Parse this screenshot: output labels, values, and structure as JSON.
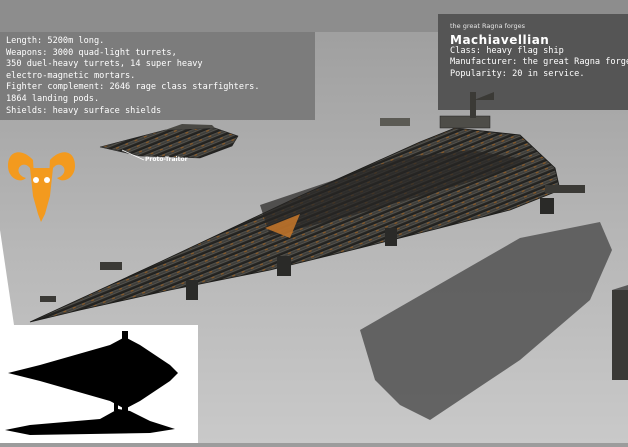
{
  "header": {
    "subtitle": "the great Ragna forges",
    "title": "Machiavellian"
  },
  "specs": {
    "text": "Length: 5200m long.\nWeapons: 3000 quad-light turrets,\n350 duel-heavy turrets, 14 super heavy\nelectro-magnetic mortars.\nFighter complement: 2646 rage class starfighters.\n1864 landing pods.\nShields: heavy surface shields"
  },
  "info": {
    "class": "Class: heavy flag ship",
    "manufacturer": "Manufacturer: the great Ragna forges",
    "popularity": "Popularity: 20 in service."
  },
  "annotation": {
    "label": "Proto-Traitor"
  },
  "colors": {
    "emblem": "#f39a1e",
    "hull": "#3a3a38",
    "hull_accent": "#c8782a",
    "shadow": "#555555",
    "silhouette": "#000000"
  },
  "icons": {
    "emblem": "ram-skull-emblem-icon"
  }
}
